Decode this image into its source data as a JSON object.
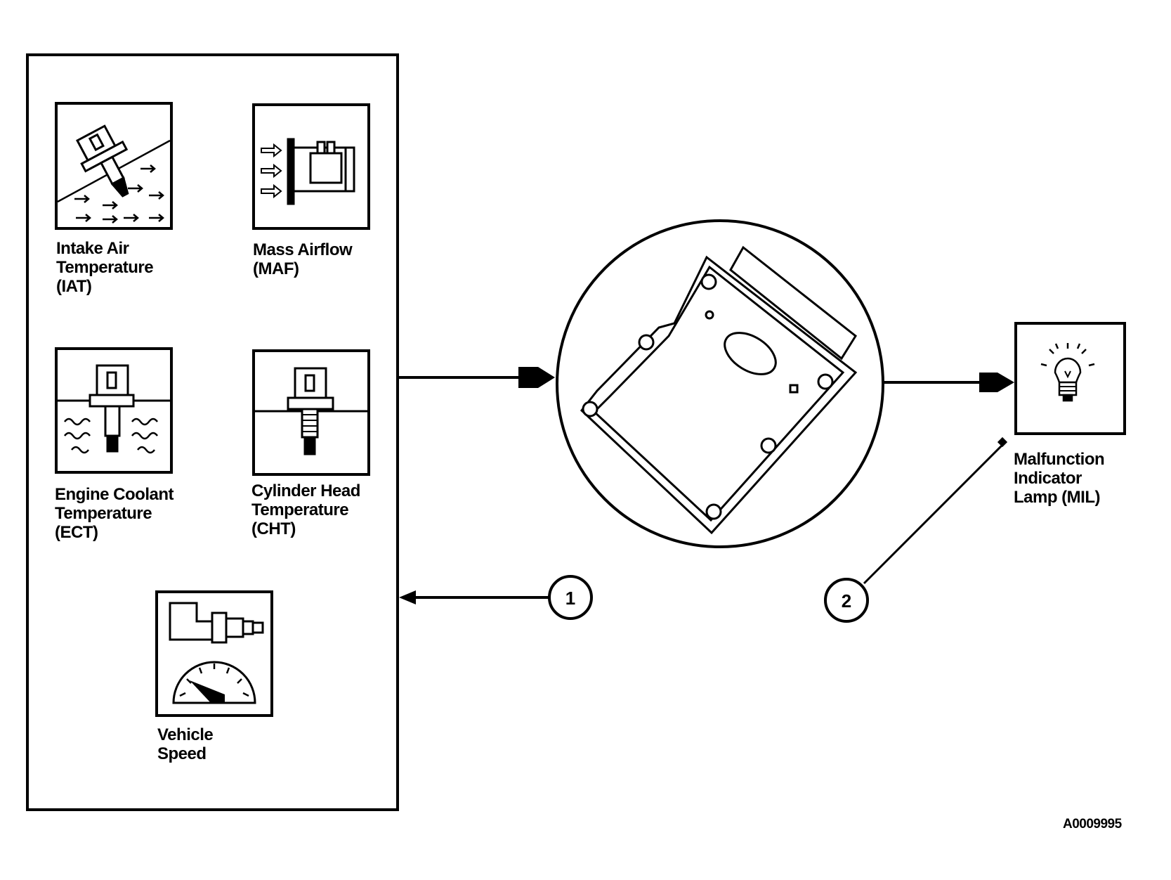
{
  "sensors": {
    "iat": {
      "label": "Intake Air\nTemperature\n(IAT)"
    },
    "maf": {
      "label": "Mass Airflow\n(MAF)"
    },
    "ect": {
      "label": "Engine Coolant\nTemperature\n(ECT)"
    },
    "cht": {
      "label": "Cylinder Head\nTemperature\n(CHT)"
    },
    "vss": {
      "label": "Vehicle\nSpeed"
    }
  },
  "outputs": {
    "mil": {
      "label": "Malfunction\nIndicator\nLamp (MIL)"
    }
  },
  "callouts": [
    "1",
    "2"
  ],
  "reference_code": "A0009995"
}
